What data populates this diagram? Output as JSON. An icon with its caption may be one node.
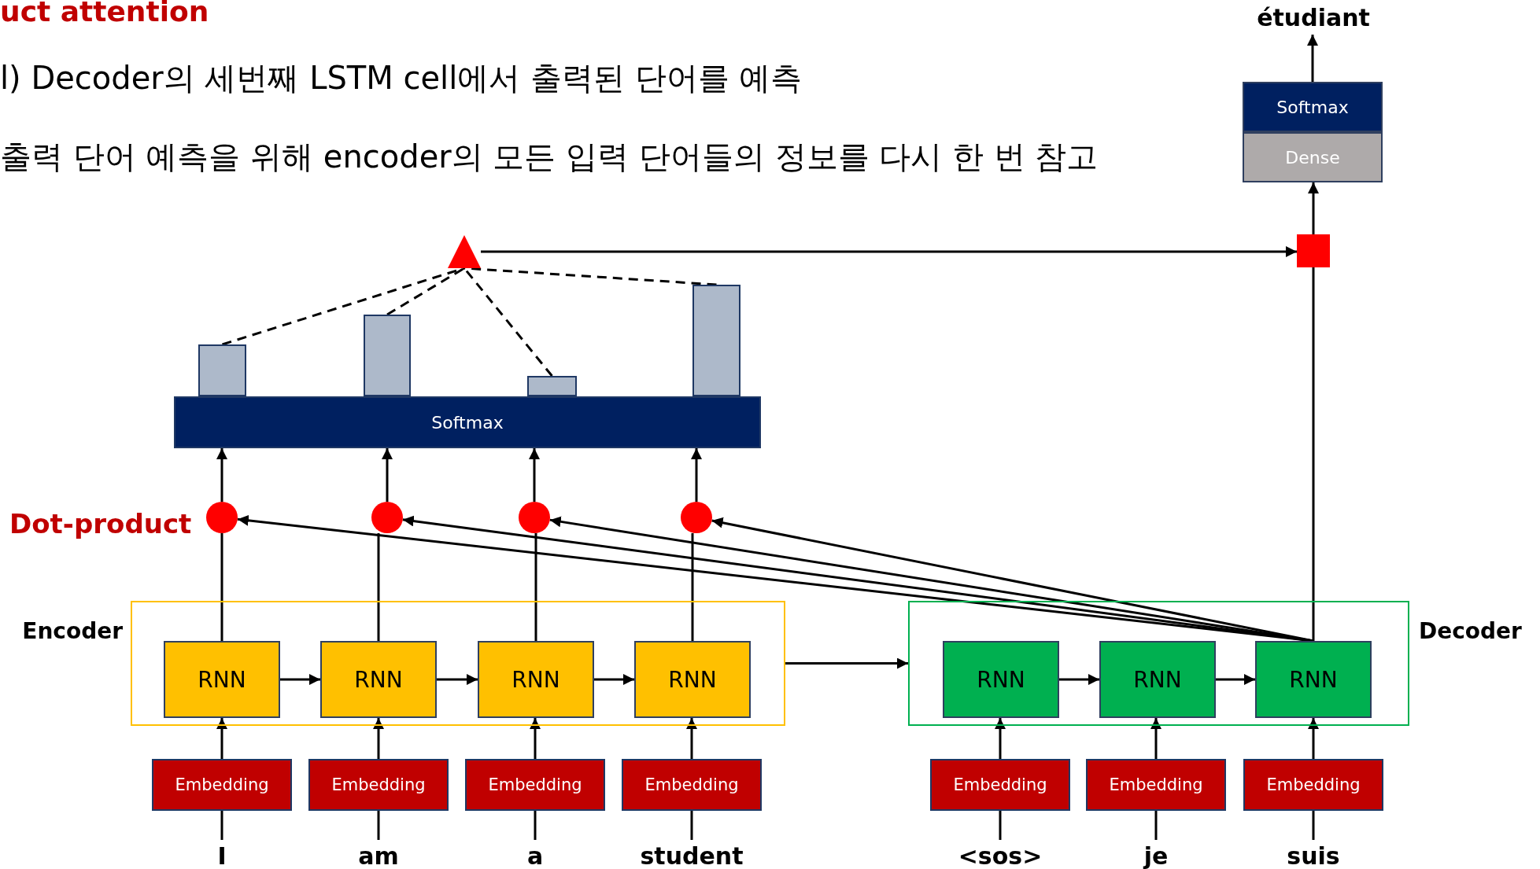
{
  "diagram": {
    "title": "uct attention",
    "nodes": [
      {
        "text": [
          "étudiant"
        ]
      },
      {
        "text": [
          "Softmax"
        ]
      },
      {
        "text": [
          "Dense"
        ]
      },
      {
        "text": [],
        "shape": "triangle"
      },
      {
        "text": [],
        "shape": "box"
      },
      {
        "text": [],
        "shape": "bar"
      },
      {
        "text": [],
        "shape": "bar"
      },
      {
        "text": [],
        "shape": "bar"
      },
      {
        "text": [],
        "shape": "bar"
      },
      {
        "text": [
          "Softmax"
        ]
      },
      {
        "text": [],
        "shape": "circle"
      },
      {
        "text": [],
        "shape": "circle"
      },
      {
        "text": [],
        "shape": "circle"
      },
      {
        "text": [],
        "shape": "circle"
      },
      {
        "text": [
          "Encoder"
        ]
      },
      {
        "text": [
          "Decoder"
        ]
      },
      {
        "text": [
          "RNN"
        ],
        "in": 14
      },
      {
        "text": [
          "RNN"
        ],
        "in": 14
      },
      {
        "text": [
          "RNN"
        ],
        "in": 14
      },
      {
        "text": [
          "RNN"
        ],
        "in": 14
      },
      {
        "text": [
          "RNN"
        ],
        "in": 15
      },
      {
        "text": [
          "RNN"
        ],
        "in": 15
      },
      {
        "text": [
          "RNN"
        ],
        "in": 15
      },
      {
        "text": [
          "Embedding"
        ]
      },
      {
        "text": [
          "Embedding"
        ]
      },
      {
        "text": [
          "Embedding"
        ]
      },
      {
        "text": [
          "Embedding"
        ]
      },
      {
        "text": [
          "Embedding"
        ]
      },
      {
        "text": [
          "Embedding"
        ]
      },
      {
        "text": [
          "Embedding"
        ]
      },
      {
        "text": [
          "I"
        ]
      },
      {
        "text": [
          "am"
        ]
      },
      {
        "text": [
          "a"
        ]
      },
      {
        "text": [
          "student"
        ]
      },
      {
        "text": [
          "<sos>"
        ]
      },
      {
        "text": [
          "je"
        ]
      },
      {
        "text": [
          "suis"
        ]
      }
    ],
    "edges": [
      {
        "from": 30,
        "to": 23,
        "arrow": "none"
      },
      {
        "from": 31,
        "to": 24,
        "arrow": "none"
      },
      {
        "from": 32,
        "to": 25,
        "arrow": "none"
      },
      {
        "from": 33,
        "to": 26,
        "arrow": "none"
      },
      {
        "from": 34,
        "to": 27,
        "arrow": "none"
      },
      {
        "from": 35,
        "to": 28,
        "arrow": "none"
      },
      {
        "from": 36,
        "to": 29,
        "arrow": "none"
      },
      {
        "from": 23,
        "to": 16,
        "arrow": "to"
      },
      {
        "from": 24,
        "to": 17,
        "arrow": "to"
      },
      {
        "from": 25,
        "to": 18,
        "arrow": "to"
      },
      {
        "from": 26,
        "to": 19,
        "arrow": "to"
      },
      {
        "from": 27,
        "to": 20,
        "arrow": "to"
      },
      {
        "from": 28,
        "to": 21,
        "arrow": "to"
      },
      {
        "from": 29,
        "to": 22,
        "arrow": "to"
      },
      {
        "from": 16,
        "to": 17,
        "arrow": "to"
      },
      {
        "from": 17,
        "to": 18,
        "arrow": "to"
      },
      {
        "from": 18,
        "to": 19,
        "arrow": "to"
      },
      {
        "from": 20,
        "to": 21,
        "arrow": "to"
      },
      {
        "from": 21,
        "to": 22,
        "arrow": "to"
      },
      {
        "from": 14,
        "to": 15,
        "arrow": "to"
      },
      {
        "from": 16,
        "to": 10,
        "arrow": "none"
      },
      {
        "from": 17,
        "to": 11,
        "arrow": "none"
      },
      {
        "from": 18,
        "to": 12,
        "arrow": "none"
      },
      {
        "from": 19,
        "to": 13,
        "arrow": "none"
      },
      {
        "from": 10,
        "to": 9,
        "arrow": "to"
      },
      {
        "from": 11,
        "to": 9,
        "arrow": "to"
      },
      {
        "from": 12,
        "to": 9,
        "arrow": "to"
      },
      {
        "from": 13,
        "to": 9,
        "arrow": "to"
      },
      {
        "from": 22,
        "to": 10,
        "arrow": "to"
      },
      {
        "from": 22,
        "to": 11,
        "arrow": "to"
      },
      {
        "from": 22,
        "to": 12,
        "arrow": "to"
      },
      {
        "from": 22,
        "to": 13,
        "arrow": "to"
      },
      {
        "from": 5,
        "to": 3,
        "arrow": "none",
        "style": "dashed"
      },
      {
        "from": 6,
        "to": 3,
        "arrow": "none",
        "style": "dashed"
      },
      {
        "from": 7,
        "to": 3,
        "arrow": "none",
        "style": "dashed"
      },
      {
        "from": 8,
        "to": 3,
        "arrow": "none",
        "style": "dashed"
      },
      {
        "from": 3,
        "to": 4,
        "arrow": "to"
      },
      {
        "from": 22,
        "to": 4,
        "arrow": "none"
      },
      {
        "from": 4,
        "to": 2,
        "arrow": "to"
      },
      {
        "from": 1,
        "to": 0,
        "arrow": "to"
      }
    ],
    "labels": [
      "l) Decoder의 세번째 LSTM cell에서 출력된 단어를 예측",
      "출력 단어 예측을 위해 encoder의 모든 입력 단어들의 정보를 다시 한 번 참고",
      "Dot-product"
    ]
  }
}
